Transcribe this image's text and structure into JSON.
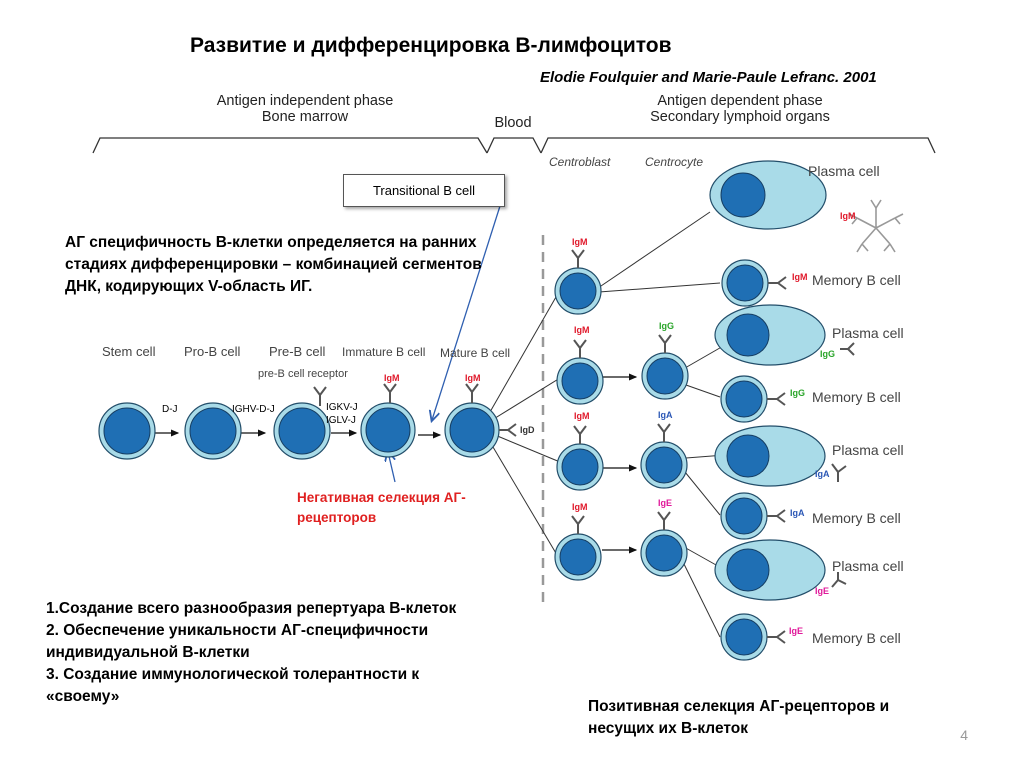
{
  "title": "Развитие и дифференцировка В-лимфоцитов",
  "citation": "Elodie Foulquier and Marie-Paule Lefranc. 2001",
  "phases": {
    "independent_line1": "Antigen independent phase",
    "independent_line2": "Bone marrow",
    "blood": "Blood",
    "dependent_line1": "Antigen dependent phase",
    "dependent_line2": "Secondary lymphoid organs"
  },
  "stages": {
    "centroblast": "Centroblast",
    "centrocyte": "Centrocyte"
  },
  "transitional_box": "Transitional B cell",
  "specificity_note": "АГ специфичность В-клетки определяется на ранних стадиях дифференцировки – комбинацией сегментов ДНК, кодирующих V-область ИГ.",
  "cell_names": {
    "stem": "Stem cell",
    "pro_b": "Pro-B cell",
    "pre_b": "Pre-B cell",
    "immature_b": "Immature B cell",
    "mature_b": "Mature B cell",
    "pre_b_receptor": "pre-B cell receptor"
  },
  "gene_labels": {
    "dj": "D-J",
    "ighv": "IGHV-D-J",
    "igkv": "IGKV-J",
    "iglv": "IGLV-J"
  },
  "ig_labels": {
    "igm": "IgM",
    "igd": "IgD",
    "igg": "IgG",
    "iga": "IgA",
    "ige": "IgE"
  },
  "right_labels": {
    "plasma": "Plasma cell",
    "memory": "Memory B cell"
  },
  "negative_selection": "Негативная селекция АГ-рецепторов",
  "functions": [
    "1.Создание всего разнообразия репертуара В-клеток",
    "2. Обеспечение уникальности АГ-специфичности индивидуальной В-клетки",
    "3. Создание иммунологической толерантности к «своему»"
  ],
  "positive_selection": "Позитивная селекция АГ-рецепторов и несущих их В-клеток",
  "page_number": "4",
  "colors": {
    "nucleus": "#1f6fb4",
    "cell_body": "#a9dbe8",
    "cell_outline": "#234e6a",
    "igm": "#e0182a",
    "igg": "#2aa52a",
    "iga": "#2b57b5",
    "ige": "#e0189a",
    "negative_selection": "#e02020"
  }
}
